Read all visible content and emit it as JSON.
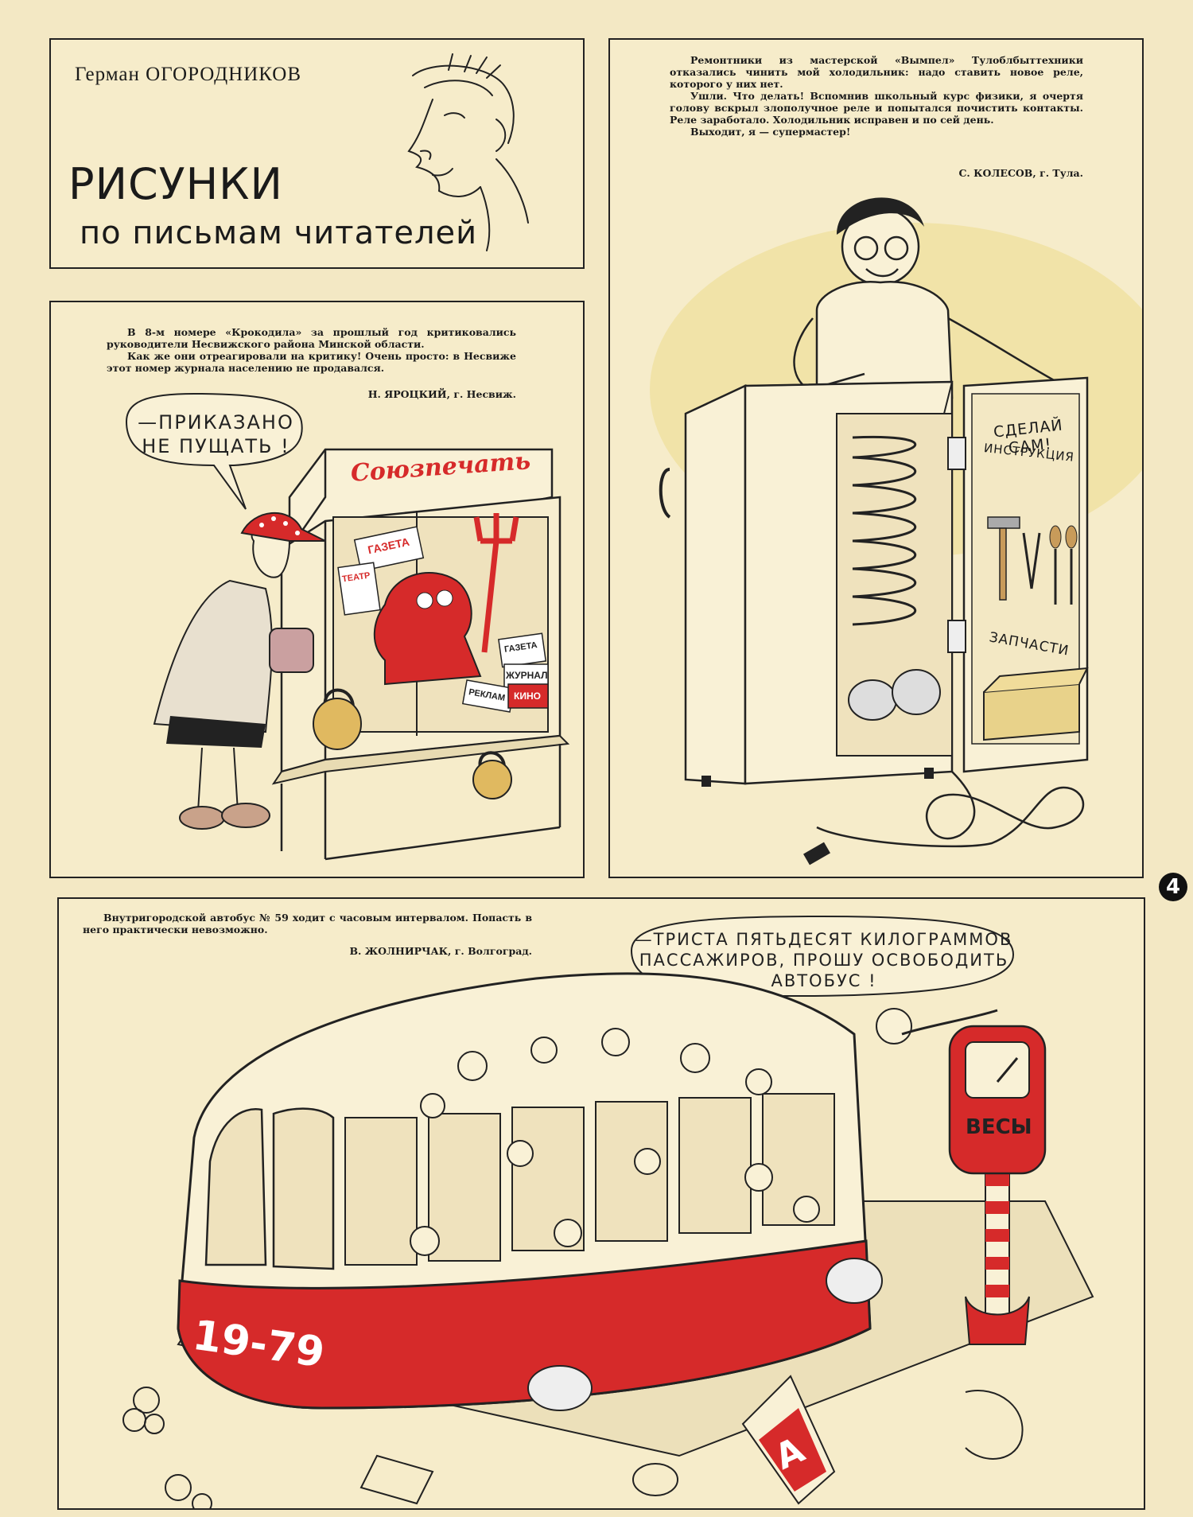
{
  "header": {
    "author": "Герман ОГОРОДНИКОВ",
    "title": "РИСУНКИ",
    "subtitle": "по письмам читателей"
  },
  "kiosk": {
    "letter": [
      "В 8-м номере «Крокодила» за прошлый год критиковались руководители Несвижского района Минской области.",
      "Как же они отреагировали на критику! Очень просто: в Несвиже этот номер журнала населению не продавался."
    ],
    "signature": "Н. ЯРОЦКИЙ, г. Несвиж.",
    "bubble_line1": "—ПРИКАЗАНО",
    "bubble_line2": "НЕ ПУЩАТЬ !",
    "sign_text": "Союзпечать",
    "label_gazeta": "ГАЗЕТА",
    "label_teatr": "ТЕАТР",
    "label_gazeta2": "ГАЗЕТА",
    "label_zhurnal": "ЖУРНАЛ",
    "label_kino": "КИНО",
    "label_reklama": "РЕКЛАМ"
  },
  "fridge": {
    "letter": [
      "Ремонтники из мастерской «Вымпел» Тулоблбыттехники отказались чинить мой холодильник: надо ставить новое реле, которого у них нет.",
      "Ушли. Что делать! Вспомнив школьный курс физики, я очертя голову вскрыл злополучное реле и попытался почистить контакты. Реле заработало. Холодильник исправен и по сей день.",
      "Выходит, я — супермастер!"
    ],
    "signature": "С. КОЛЕСОВ, г. Тула.",
    "poster_line1": "СДЕЛАЙ САМ!",
    "poster_line2": "ИНСТРУКЦИЯ",
    "poster_parts": "ЗАПЧАСТИ"
  },
  "bus": {
    "letter": "Внутригородской автобус № 59 ходит с часовым интервалом. Попасть в него практически невозможно.",
    "signature": "В. ЖОЛНИРЧАК, г. Волгоград.",
    "bubble_line1": "—ТРИСТА ПЯТЬДЕСЯТ КИЛОГРАММОВ",
    "bubble_line2": "ПАССАЖИРОВ, ПРОШУ ОСВОБОДИТЬ",
    "bubble_line3": "АВТОБУС !",
    "plate": "19-79",
    "scale_label": "ВЕСЫ",
    "sign_letter": "А"
  },
  "page_number": "4",
  "colors": {
    "paper": "#f3e8c4",
    "ink": "#1a1a1a",
    "red": "#d62a2a"
  }
}
